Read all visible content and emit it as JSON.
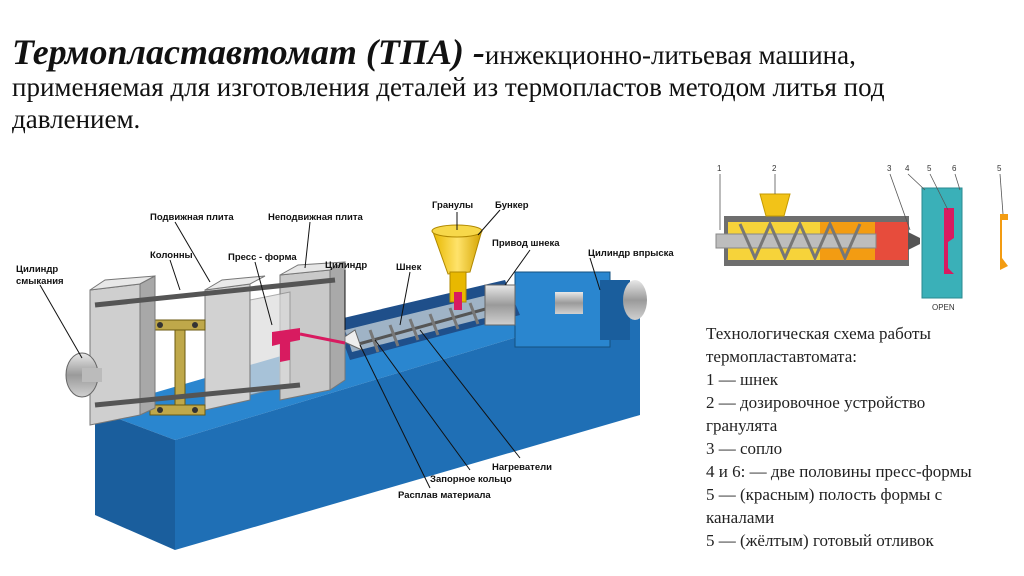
{
  "title": {
    "term": "Термопластавтомат (ТПА) -",
    "definition": "инжекционно-литьевая машина, применяемая для изготовления деталей из термопластов методом литья под давлением."
  },
  "machine_labels": {
    "cylinder_clamp": [
      "Цилиндр",
      "смыкания"
    ],
    "moving_plate": "Подвижная плита",
    "columns": "Колонны",
    "mold": "Пресс - форма",
    "fixed_plate": "Неподвижная плита",
    "cylinder": "Цилиндр",
    "granules": "Гранулы",
    "hopper": "Бункер",
    "screw_drive": "Привод шнека",
    "injection_cylinder": "Цилиндр впрыска",
    "screw": "Шнек",
    "heaters": "Нагреватели",
    "check_ring": "Запорное кольцо",
    "melt": "Расплав материала"
  },
  "schema": {
    "numbers": [
      "1",
      "2",
      "3",
      "4",
      "5",
      "6",
      "5"
    ],
    "open_label": "OPEN"
  },
  "legend": {
    "heading_line1": "Технологическая схема работы",
    "heading_line2": "термопластавтомата:",
    "items": [
      "1 — шнек",
      "2 — дозировочное устройство",
      "гранулята",
      "3 — сопло",
      "4 и 6: — две половины пресс-формы",
      "5 — (красным) полость формы с",
      "каналами",
      "5 — (жёлтым) готовый отливок"
    ]
  },
  "colors": {
    "base_blue": "#1f6fb5",
    "melt_red": "#d81b60",
    "granule_yellow": "#f2c318",
    "schema_teal": "#3ab0b8",
    "schema_orange": "#f39c12"
  }
}
